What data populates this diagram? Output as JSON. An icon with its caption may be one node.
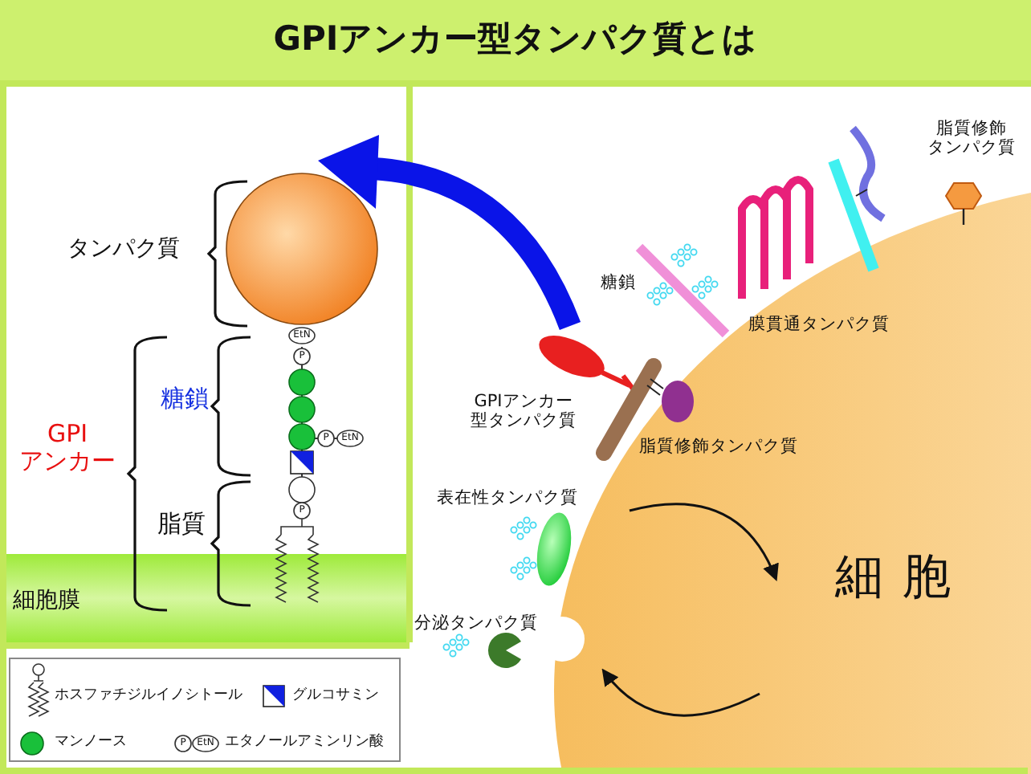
{
  "diagram": {
    "title": "GPIアンカー型タンパク質とは",
    "labels": [
      "タンパク質",
      "EtN",
      "P",
      "糖鎖",
      "P",
      "EtN",
      "GPI アンカー",
      "P",
      "脂質",
      "細胞膜",
      "P",
      "EtN",
      "脂質修飾タンパク質",
      "糖鎖",
      "膜貫通タンパク質",
      "GPIアンカー型タンパク質",
      "脂質修飾タンパク質",
      "表在性タンパク質",
      "分泌タンパク質",
      "細胞"
    ],
    "legend": [
      {
        "text": "ホスファチジルイノシトール"
      },
      {
        "text": "グルコサミン"
      },
      {
        "text": "マンノース",
        "color": "#19c03a"
      },
      {
        "text": "エタノールアミンリン酸"
      }
    ]
  }
}
